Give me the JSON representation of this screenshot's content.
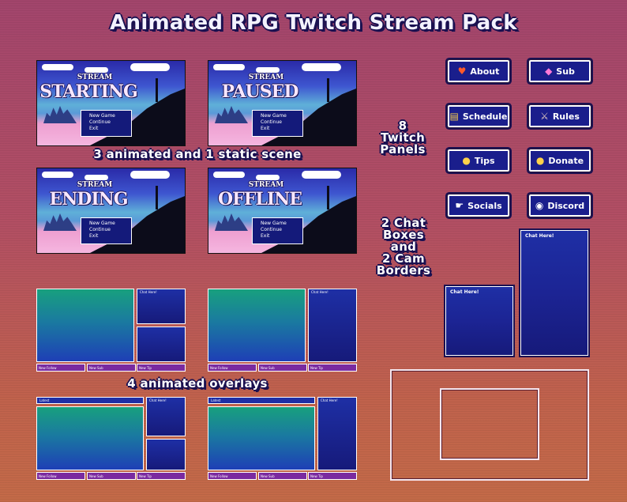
{
  "title": "Animated RPG Twitch Stream Pack",
  "labels": {
    "scenes": "3 animated and 1 static scene",
    "overlays": "4 animated overlays",
    "panels": [
      "8",
      "Twitch",
      "Panels"
    ],
    "chat": [
      "2 Chat",
      "Boxes",
      "and",
      "2 Cam",
      "Borders"
    ]
  },
  "scenes": [
    {
      "top": "STREAM",
      "word": "STARTING"
    },
    {
      "top": "STREAM",
      "word": "PAUSED"
    },
    {
      "top": "STREAM",
      "word": "ENDING"
    },
    {
      "top": "STREAM",
      "word": "OFFLINE"
    }
  ],
  "menu": [
    "New Game",
    "Continue",
    "Exit"
  ],
  "panels": [
    {
      "label": "About",
      "icon": "♥",
      "icon_name": "heart-icon",
      "color": "#ff5a2a"
    },
    {
      "label": "Sub",
      "icon": "◆",
      "icon_name": "gem-icon",
      "color": "#ff7ad8"
    },
    {
      "label": "Schedule",
      "icon": "▤",
      "icon_name": "calendar-icon",
      "color": "#ffd24a"
    },
    {
      "label": "Rules",
      "icon": "⚔",
      "icon_name": "sword-icon",
      "color": "#e0c8c0"
    },
    {
      "label": "Tips",
      "icon": "●",
      "icon_name": "coin-icon",
      "color": "#ffd24a"
    },
    {
      "label": "Donate",
      "icon": "●",
      "icon_name": "coin-icon",
      "color": "#ffd24a"
    },
    {
      "label": "Socials",
      "icon": "☛",
      "icon_name": "hand-icon",
      "color": "#ffffff"
    },
    {
      "label": "Discord",
      "icon": "◉",
      "icon_name": "discord-icon",
      "color": "#ffffff"
    }
  ],
  "chat_title": "Chat Here!",
  "overlay_bars": [
    "New Follow",
    "New Sub",
    "New Tip"
  ],
  "overlay_top": "Latest"
}
